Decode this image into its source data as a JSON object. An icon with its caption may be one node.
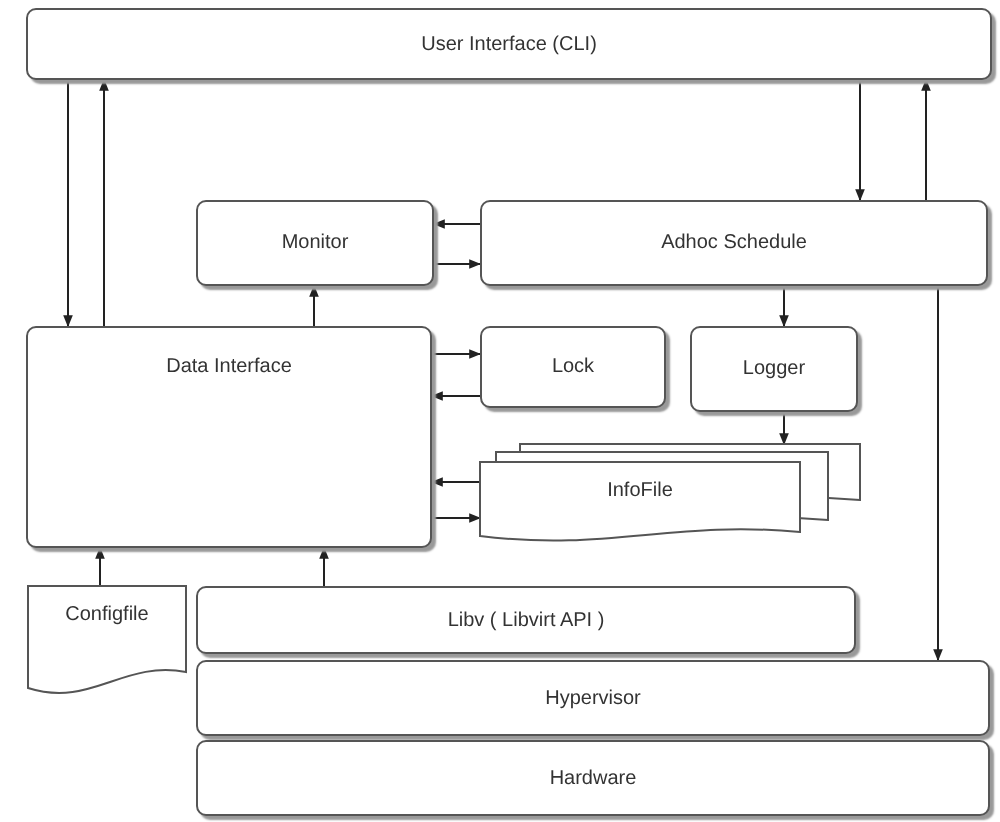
{
  "diagram": {
    "nodes": [
      {
        "text": [
          "User Interface (CLI)"
        ]
      },
      {
        "text": [
          "Monitor"
        ]
      },
      {
        "text": [
          "Adhoc Schedule"
        ]
      },
      {
        "text": [
          "Data Interface"
        ]
      },
      {
        "text": [
          "Lock"
        ]
      },
      {
        "text": [
          "Logger"
        ]
      },
      {
        "text": [
          "InfoFile"
        ]
      },
      {
        "text": [
          "Configfile"
        ]
      },
      {
        "text": [
          "Libv ( Libvirt API )"
        ]
      },
      {
        "text": [
          "Hypervisor"
        ]
      },
      {
        "text": [
          "Hardware"
        ]
      }
    ],
    "edges": [
      {
        "from": 0,
        "to": 3,
        "arrow": "to"
      },
      {
        "from": 3,
        "to": 0,
        "arrow": "to"
      },
      {
        "from": 0,
        "to": 2,
        "arrow": "to"
      },
      {
        "from": 2,
        "to": 0,
        "arrow": "to"
      },
      {
        "from": 2,
        "to": 1,
        "arrow": "to"
      },
      {
        "from": 1,
        "to": 2,
        "arrow": "to"
      },
      {
        "from": 3,
        "to": 1,
        "arrow": "to"
      },
      {
        "from": 2,
        "to": 5,
        "arrow": "to"
      },
      {
        "from": 2,
        "to": 9,
        "arrow": "to"
      },
      {
        "from": 3,
        "to": 4,
        "arrow": "to"
      },
      {
        "from": 4,
        "to": 3,
        "arrow": "to"
      },
      {
        "from": 5,
        "to": 6,
        "arrow": "to"
      },
      {
        "from": 6,
        "to": 3,
        "arrow": "to"
      },
      {
        "from": 3,
        "to": 6,
        "arrow": "to"
      },
      {
        "from": 7,
        "to": 3,
        "arrow": "to"
      },
      {
        "from": 8,
        "to": 3,
        "arrow": "to"
      }
    ]
  }
}
